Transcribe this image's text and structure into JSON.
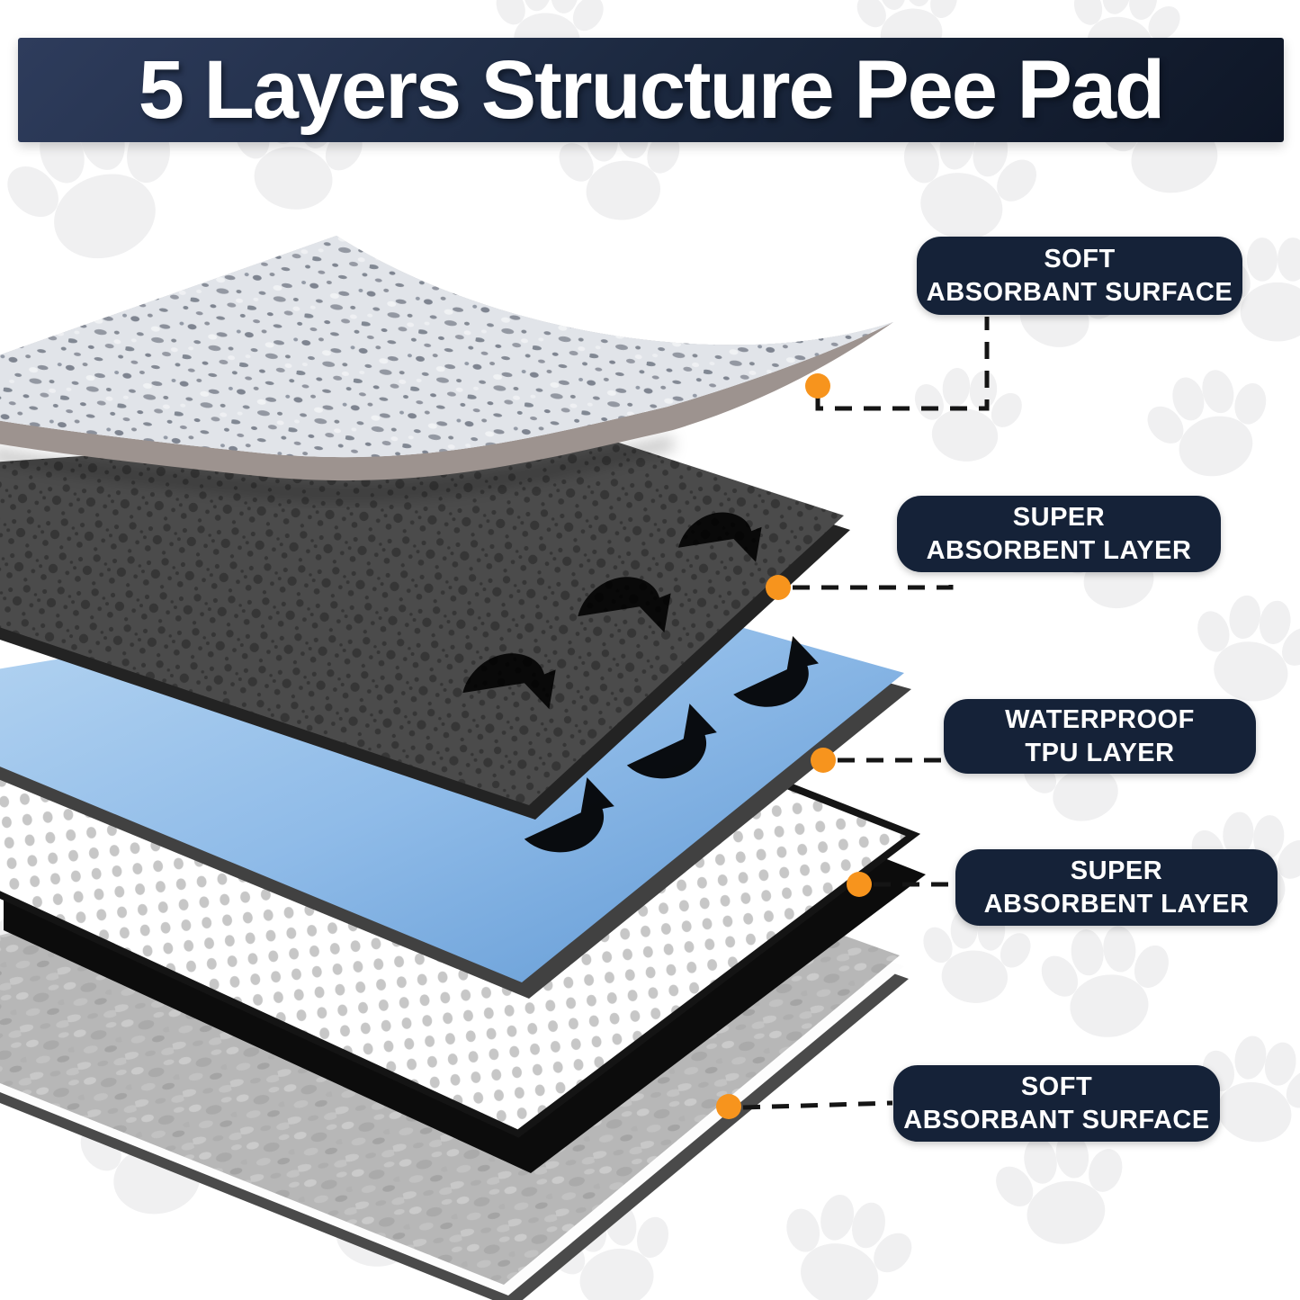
{
  "title": "5 Layers Structure Pee Pad",
  "callouts": [
    {
      "lines": [
        "SOFT",
        "ABSORBANT SURFACE"
      ]
    },
    {
      "lines": [
        "SUPER",
        "ABSORBENT LAYER"
      ]
    },
    {
      "lines": [
        "WATERPROOF",
        "TPU LAYER"
      ]
    },
    {
      "lines": [
        "SUPER",
        "ABSORBENT LAYER"
      ]
    },
    {
      "lines": [
        "SOFT",
        "ABSORBANT SURFACE"
      ]
    }
  ],
  "layers": [
    {
      "name": "quilted fabric top layer",
      "callout": "SOFT ABSORBANT SURFACE"
    },
    {
      "name": "dark perforated absorbent core",
      "callout": "SUPER ABSORBENT LAYER"
    },
    {
      "name": "waterproof TPU film",
      "callout": "WATERPROOF TPU LAYER"
    },
    {
      "name": "white absorbent fluff layer",
      "callout": "SUPER ABSORBENT LAYER"
    },
    {
      "name": "soft fleece bottom layer",
      "callout": "SOFT ABSORBANT SURFACE"
    }
  ],
  "icons": {
    "paw_print": "paw-print-icon",
    "flow_arrow": "curved-flow-arrow-icon",
    "connector_dot": "orange-connector-dot"
  },
  "colors": {
    "banner_navy": "#1c2940",
    "pill_navy": "#152238",
    "accent_orange": "#f7941d",
    "connector_dark": "#151515",
    "paw_gray": "#f0f0f1",
    "tpu_blue_light": "#b7d6f2",
    "tpu_blue_deep": "#5e97d3",
    "dark_core_gray": "#4b4b4b",
    "fleece_gray": "#b7b7b7",
    "fabric_underside_taupe": "#9d938f"
  }
}
